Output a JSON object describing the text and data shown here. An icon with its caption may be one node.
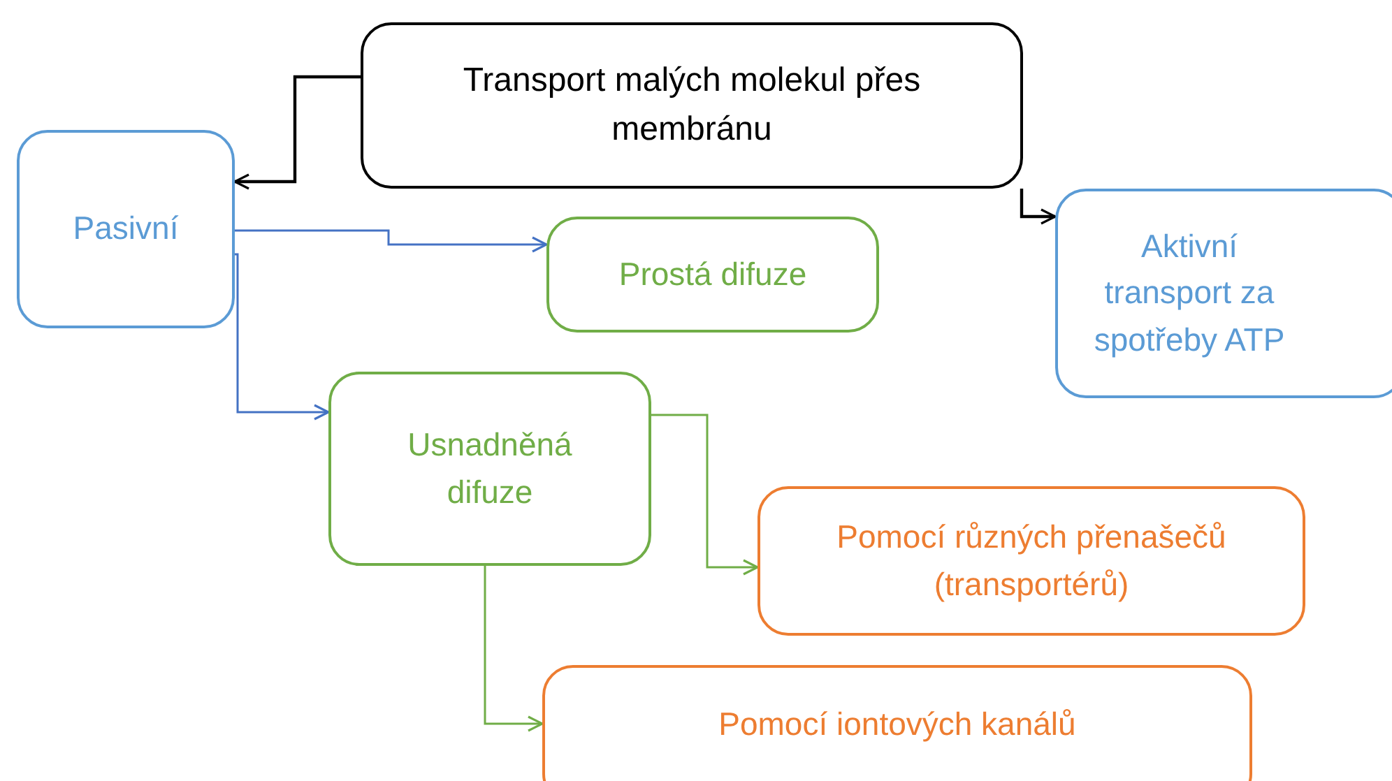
{
  "diagram": {
    "nodes": [
      {
        "text": [
          "Transport malých molekul přes membránu"
        ]
      },
      {
        "text": [
          "Pasivní"
        ]
      },
      {
        "text": [
          "Aktivní transport za spotřeby ATP"
        ]
      },
      {
        "text": [
          "Prostá difuze"
        ]
      },
      {
        "text": [
          "Usnadněná difuze"
        ]
      },
      {
        "text": [
          "Pomocí různých přenašečů (transportérů)"
        ]
      },
      {
        "text": [
          "Pomocí iontových kanálů"
        ]
      }
    ],
    "edges": [
      {
        "from": 0,
        "to": 1,
        "arrow": "to",
        "color": "#000000"
      },
      {
        "from": 0,
        "to": 2,
        "arrow": "to",
        "color": "#000000"
      },
      {
        "from": 1,
        "to": 3,
        "arrow": "to",
        "color": "#4472c4"
      },
      {
        "from": 1,
        "to": 4,
        "arrow": "to",
        "color": "#4472c4"
      },
      {
        "from": 4,
        "to": 5,
        "arrow": "to",
        "color": "#70ad47"
      },
      {
        "from": 4,
        "to": 6,
        "arrow": "to",
        "color": "#70ad47"
      }
    ]
  }
}
